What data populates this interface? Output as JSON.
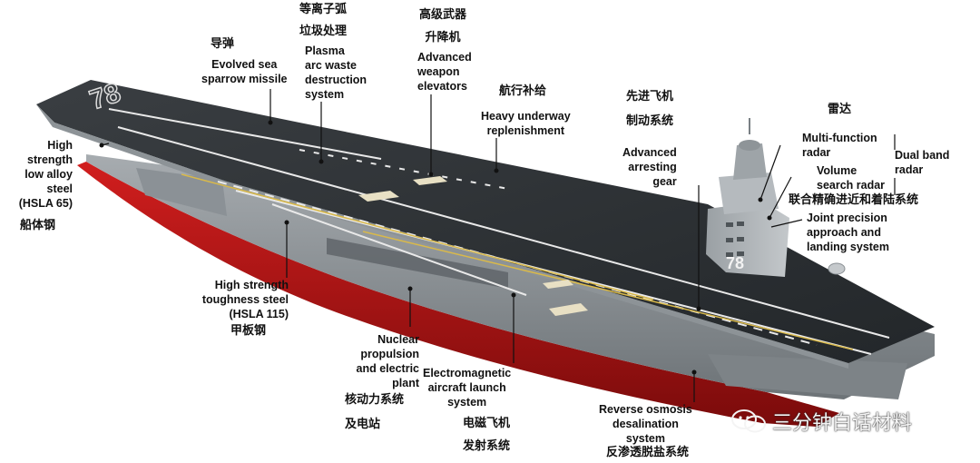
{
  "hull_number": "78",
  "island_number": "78",
  "labels": {
    "missile_cn": "导弹",
    "missile_en": [
      "Evolved sea",
      "sparrow missile"
    ],
    "plasma_cn": [
      "等离子弧",
      "垃圾处理"
    ],
    "plasma_en": [
      "Plasma",
      "arc waste",
      "destruction",
      "system"
    ],
    "weapons_cn": [
      "高级武器",
      "升降机"
    ],
    "weapons_en": [
      "Advanced",
      "weapon",
      "elevators"
    ],
    "replenish_cn": "航行补给",
    "replenish_en": [
      "Heavy underway",
      "replenishment"
    ],
    "arresting_cn": [
      "先进飞机",
      "制动系统"
    ],
    "arresting_en": [
      "Advanced",
      "arresting",
      "gear"
    ],
    "radar_cn": "雷达",
    "multi_radar": [
      "Multi-function",
      "radar"
    ],
    "volume_radar": [
      "Volume",
      "search radar"
    ],
    "dual_radar": [
      "Dual band",
      "radar"
    ],
    "jpals_cn": "联合精确进近和着陆系统",
    "jpals_en": [
      "Joint precision",
      "approach and",
      "landing system"
    ],
    "hsla65_en": [
      "High",
      "strength",
      "low alloy",
      "steel",
      "(HSLA 65)"
    ],
    "hsla65_cn": "船体钢",
    "hsla115_en": [
      "High strength",
      "toughness steel",
      "(HSLA 115)"
    ],
    "hsla115_cn": "甲板钢",
    "nuclear_en": [
      "Nuclear",
      "propulsion",
      "and electric",
      "plant"
    ],
    "nuclear_cn": [
      "核动力系统",
      "及电站"
    ],
    "emals_en": [
      "Electromagnetic",
      "aircraft launch",
      "system"
    ],
    "emals_cn": [
      "电磁飞机",
      "发射系统"
    ],
    "ro_en": [
      "Reverse osmosis",
      "desalination",
      "system"
    ],
    "ro_cn": "反渗透脱盐系统"
  },
  "watermark": "三分钟白话材料"
}
